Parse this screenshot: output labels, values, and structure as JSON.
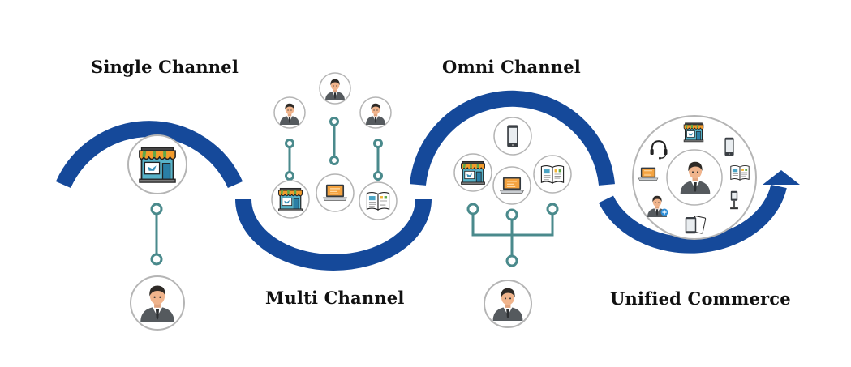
{
  "stages": [
    {
      "label": "Single Channel"
    },
    {
      "label": "Multi Channel"
    },
    {
      "label": "Omni Channel"
    },
    {
      "label": "Unified Commerce"
    }
  ],
  "colors": {
    "path": "#15499a",
    "connector": "#4a8a8c",
    "circle_border": "#b5b5b5",
    "awning_orange": "#f29b2c",
    "awning_green": "#5fa84a",
    "laptop_screen": "#f4a340"
  },
  "icons": {
    "person": "person-icon",
    "store": "store-icon",
    "laptop": "laptop-icon",
    "catalog": "catalog-icon",
    "smartphone": "smartphone-icon",
    "headset": "headset-icon",
    "kiosk": "kiosk-icon",
    "tablet": "tablet-icon",
    "add_person": "add-person-icon"
  }
}
